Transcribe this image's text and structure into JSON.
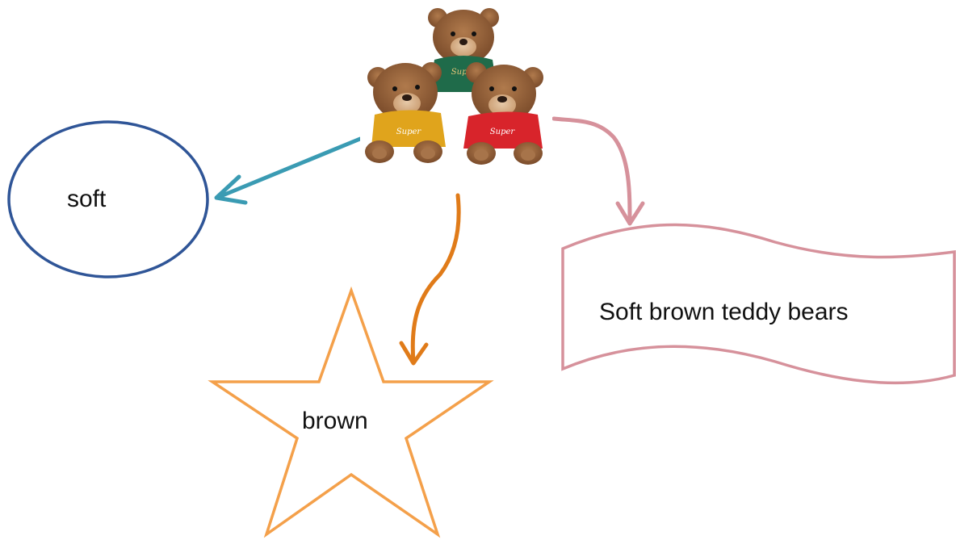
{
  "diagram": {
    "center_image": {
      "subject": "three brown teddy bears wearing colored hoodies",
      "hoodie_text": "Super",
      "hoodie_colors": [
        "#1f6b4a",
        "#e0a41c",
        "#d8242b"
      ],
      "fur_color": "#8a5a35"
    },
    "nodes": {
      "ellipse": {
        "label": "soft",
        "stroke": "#2f5597"
      },
      "star": {
        "label": "brown",
        "stroke": "#f4a04a"
      },
      "banner": {
        "label": "Soft brown teddy bears",
        "stroke": "#d6919b"
      }
    },
    "arrows": {
      "to_ellipse": {
        "color": "#3a9bb3"
      },
      "to_star": {
        "color": "#e07b19"
      },
      "to_banner": {
        "color": "#d6919b"
      }
    }
  }
}
